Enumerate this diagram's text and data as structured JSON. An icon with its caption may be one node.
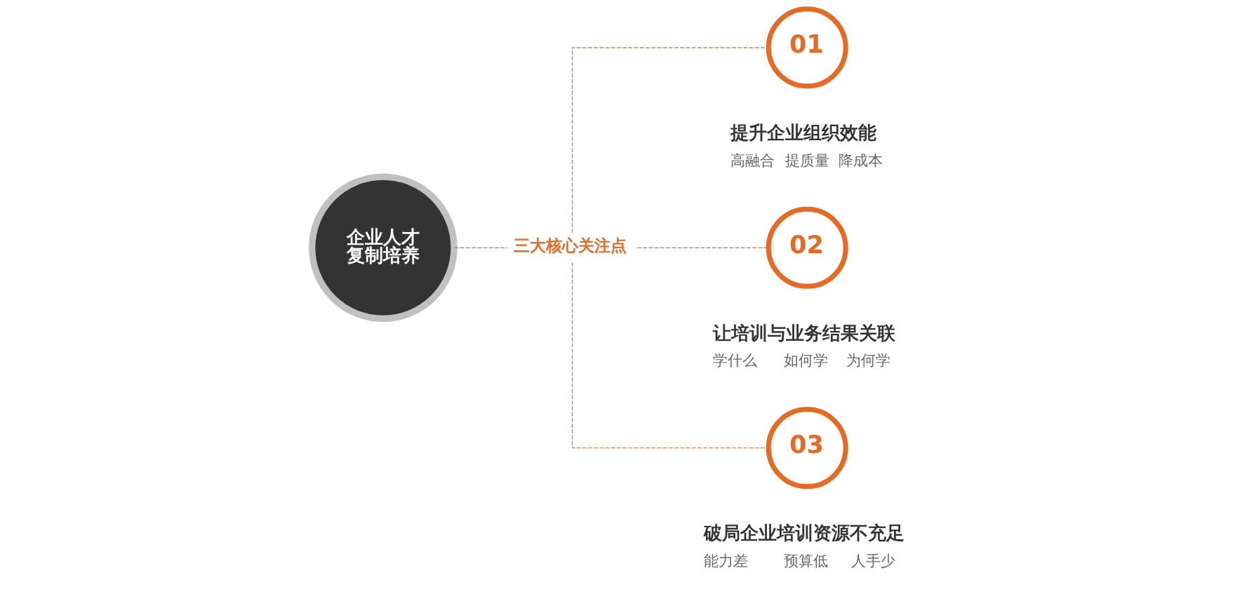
{
  "diagram": {
    "nodes": [
      {
        "text": [
          "企业人才复制培养"
        ]
      },
      {
        "text": [
          "三大核心关注点"
        ]
      },
      {
        "text": [
          "01"
        ],
        "beside": [
          "提升企业组织效能",
          "高融合",
          "提质量",
          "降成本"
        ]
      },
      {
        "text": [
          "02"
        ],
        "beside": [
          "让培训与业务结果关联",
          "学什么",
          "如何学",
          "为何学"
        ]
      },
      {
        "text": [
          "03"
        ],
        "beside": [
          "破局企业培训资源不充足",
          "能力差",
          "预算低",
          "人手少"
        ]
      }
    ],
    "edges": [
      {
        "from": 0,
        "to": 1,
        "arrow": "none",
        "style": "dashed"
      },
      {
        "from": 1,
        "to": 2,
        "arrow": "none",
        "style": "dashed"
      },
      {
        "from": 1,
        "to": 3,
        "arrow": "none",
        "style": "dashed"
      },
      {
        "from": 1,
        "to": 4,
        "arrow": "none",
        "style": "dashed"
      }
    ]
  }
}
